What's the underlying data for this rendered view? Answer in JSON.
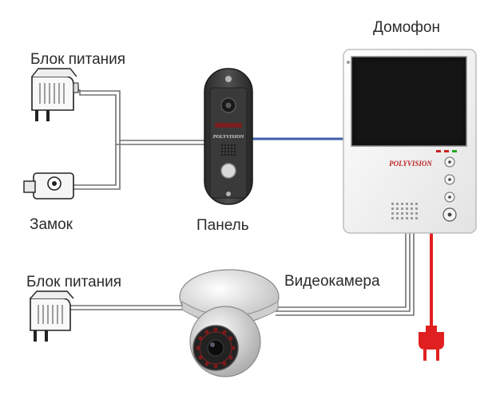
{
  "labels": {
    "power_supply_top": "Блок питания",
    "intercom": "Домофон",
    "lock": "Замок",
    "panel": "Панель",
    "power_supply_bottom": "Блок питания",
    "video_camera": "Видеокамера"
  },
  "brand": {
    "panel_logo": "POLYVISION",
    "monitor_logo": "POLYVISION"
  },
  "colors": {
    "wire": "#6e6e6e",
    "video_cable": "#3f5fa8",
    "power_cord": "#e02020",
    "panel_body": "#3b3b3b",
    "monitor_body": "#f2f2f2",
    "screen": "#111111"
  }
}
